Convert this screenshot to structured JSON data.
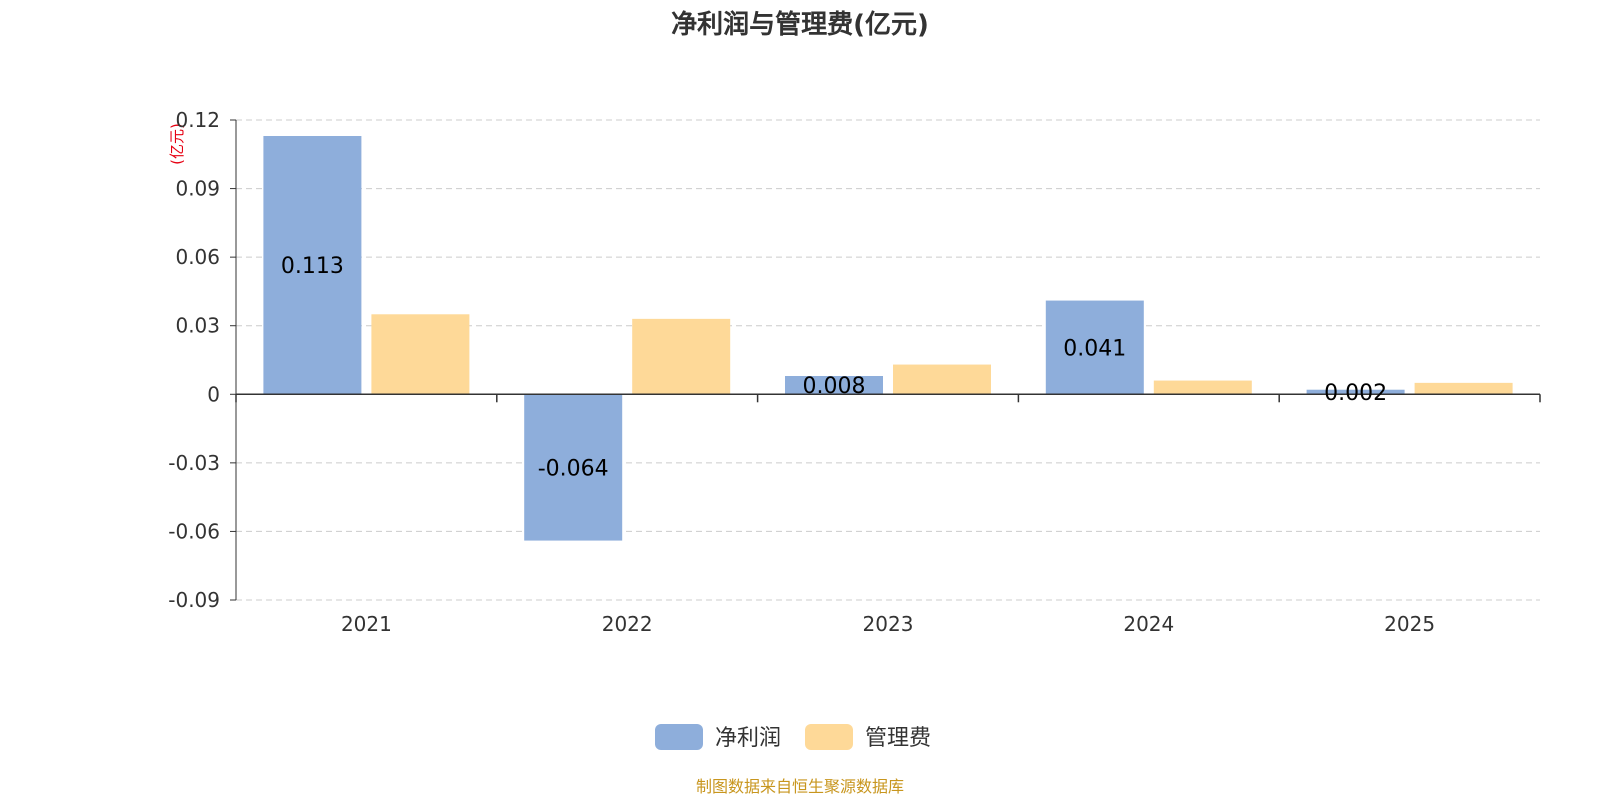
{
  "chart_data": {
    "type": "bar",
    "title": "净利润与管理费(亿元)",
    "ylabel": "(亿元)",
    "categories": [
      "2021",
      "2022",
      "2023",
      "2024",
      "2025"
    ],
    "series": [
      {
        "name": "净利润",
        "values": [
          0.113,
          -0.064,
          0.008,
          0.041,
          0.002
        ],
        "labels": [
          "0.113",
          "-0.064",
          "0.008",
          "0.041",
          "0.002"
        ],
        "color": "#8eaedb"
      },
      {
        "name": "管理费",
        "values": [
          0.035,
          0.033,
          0.013,
          0.006,
          0.005
        ],
        "color": "#fed998"
      }
    ],
    "ylim": [
      -0.09,
      0.12
    ],
    "yticks": [
      0.12,
      0.09,
      0.06,
      0.03,
      0,
      -0.03,
      -0.06,
      -0.09
    ],
    "ytick_labels": [
      "0.12",
      "0.09",
      "0.06",
      "0.03",
      "0",
      "-0.03",
      "-0.06",
      "-0.09"
    ],
    "grid": true,
    "legend_position": "bottom-center"
  },
  "source": "制图数据来自恒生聚源数据库",
  "colors": {
    "axis": "#333333",
    "grid": "#cccccc",
    "unit": "#e60012",
    "source": "#c8961e"
  }
}
